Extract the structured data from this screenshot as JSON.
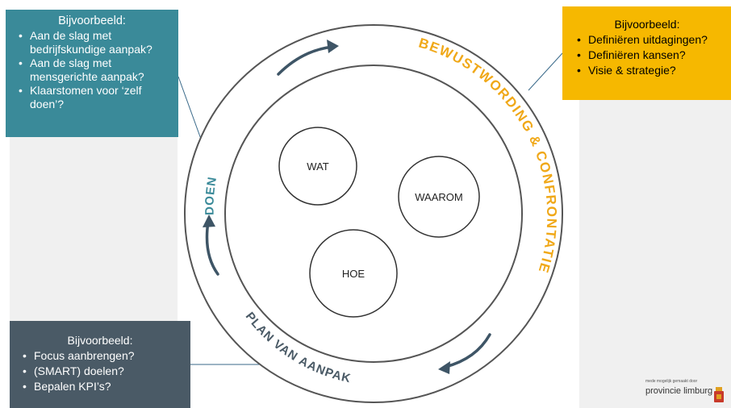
{
  "colors": {
    "teal": "#3a8a99",
    "yellow": "#f6b800",
    "slate": "#4a5a66",
    "orange": "#f0a818",
    "ring": "#555555"
  },
  "box_left": {
    "title": "Bijvoorbeeld:",
    "items": [
      "Aan de slag met bedrijfskundige aanpak?",
      "Aan de slag met mensgerichte aanpak?",
      "Klaarstomen voor ‘zelf doen’?"
    ]
  },
  "box_right": {
    "title": "Bijvoorbeeld:",
    "items": [
      "Definiëren uitdagingen?",
      "Definiëren kansen?",
      "Visie & strategie?"
    ]
  },
  "box_bottom": {
    "title": "Bijvoorbeeld:",
    "items": [
      "Focus aanbrengen?",
      "(SMART) doelen?",
      "Bepalen KPI’s?"
    ]
  },
  "ring_labels": {
    "doen": "DOEN",
    "bewustwording": "BEWUSTWORDING & CONFRONTATIE",
    "plan": "PLAN VAN AANPAK"
  },
  "circles": {
    "wat": "WAT",
    "waarom": "WAAROM",
    "hoe": "HOE"
  },
  "footer": {
    "credit": "mede mogelijk gemaakt door",
    "brand": "provincie limburg"
  }
}
